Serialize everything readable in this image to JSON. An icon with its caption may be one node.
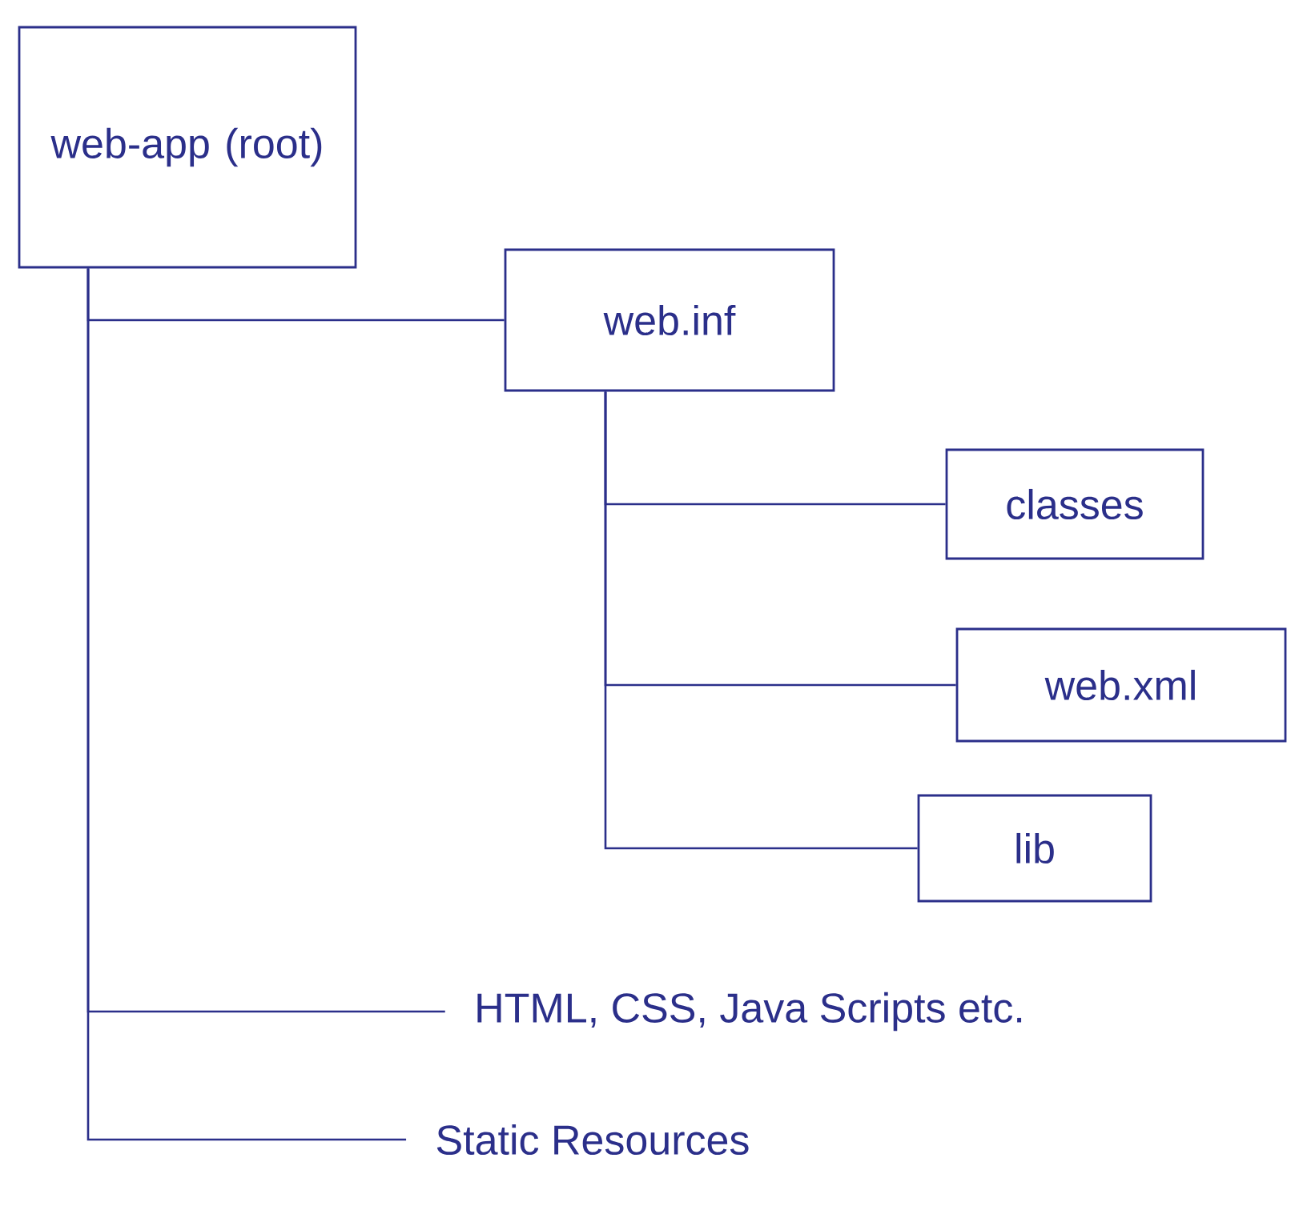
{
  "diagram": {
    "nodes": [
      {
        "text": [
          "web-app (root)"
        ]
      },
      {
        "text": [
          "web.inf"
        ]
      },
      {
        "text": [
          "classes"
        ]
      },
      {
        "text": [
          "web.xml"
        ]
      },
      {
        "text": [
          "lib"
        ]
      },
      {
        "text": [
          "HTML, CSS, Java Scripts etc."
        ]
      },
      {
        "text": [
          "Static Resources"
        ]
      }
    ],
    "edges": [
      {
        "from": 0,
        "to": 1,
        "arrow": "none"
      },
      {
        "from": 1,
        "to": 2,
        "arrow": "none"
      },
      {
        "from": 1,
        "to": 3,
        "arrow": "none"
      },
      {
        "from": 1,
        "to": 4,
        "arrow": "none"
      },
      {
        "from": 0,
        "to": 5,
        "arrow": "none"
      },
      {
        "from": 0,
        "to": 6,
        "arrow": "none"
      }
    ]
  }
}
